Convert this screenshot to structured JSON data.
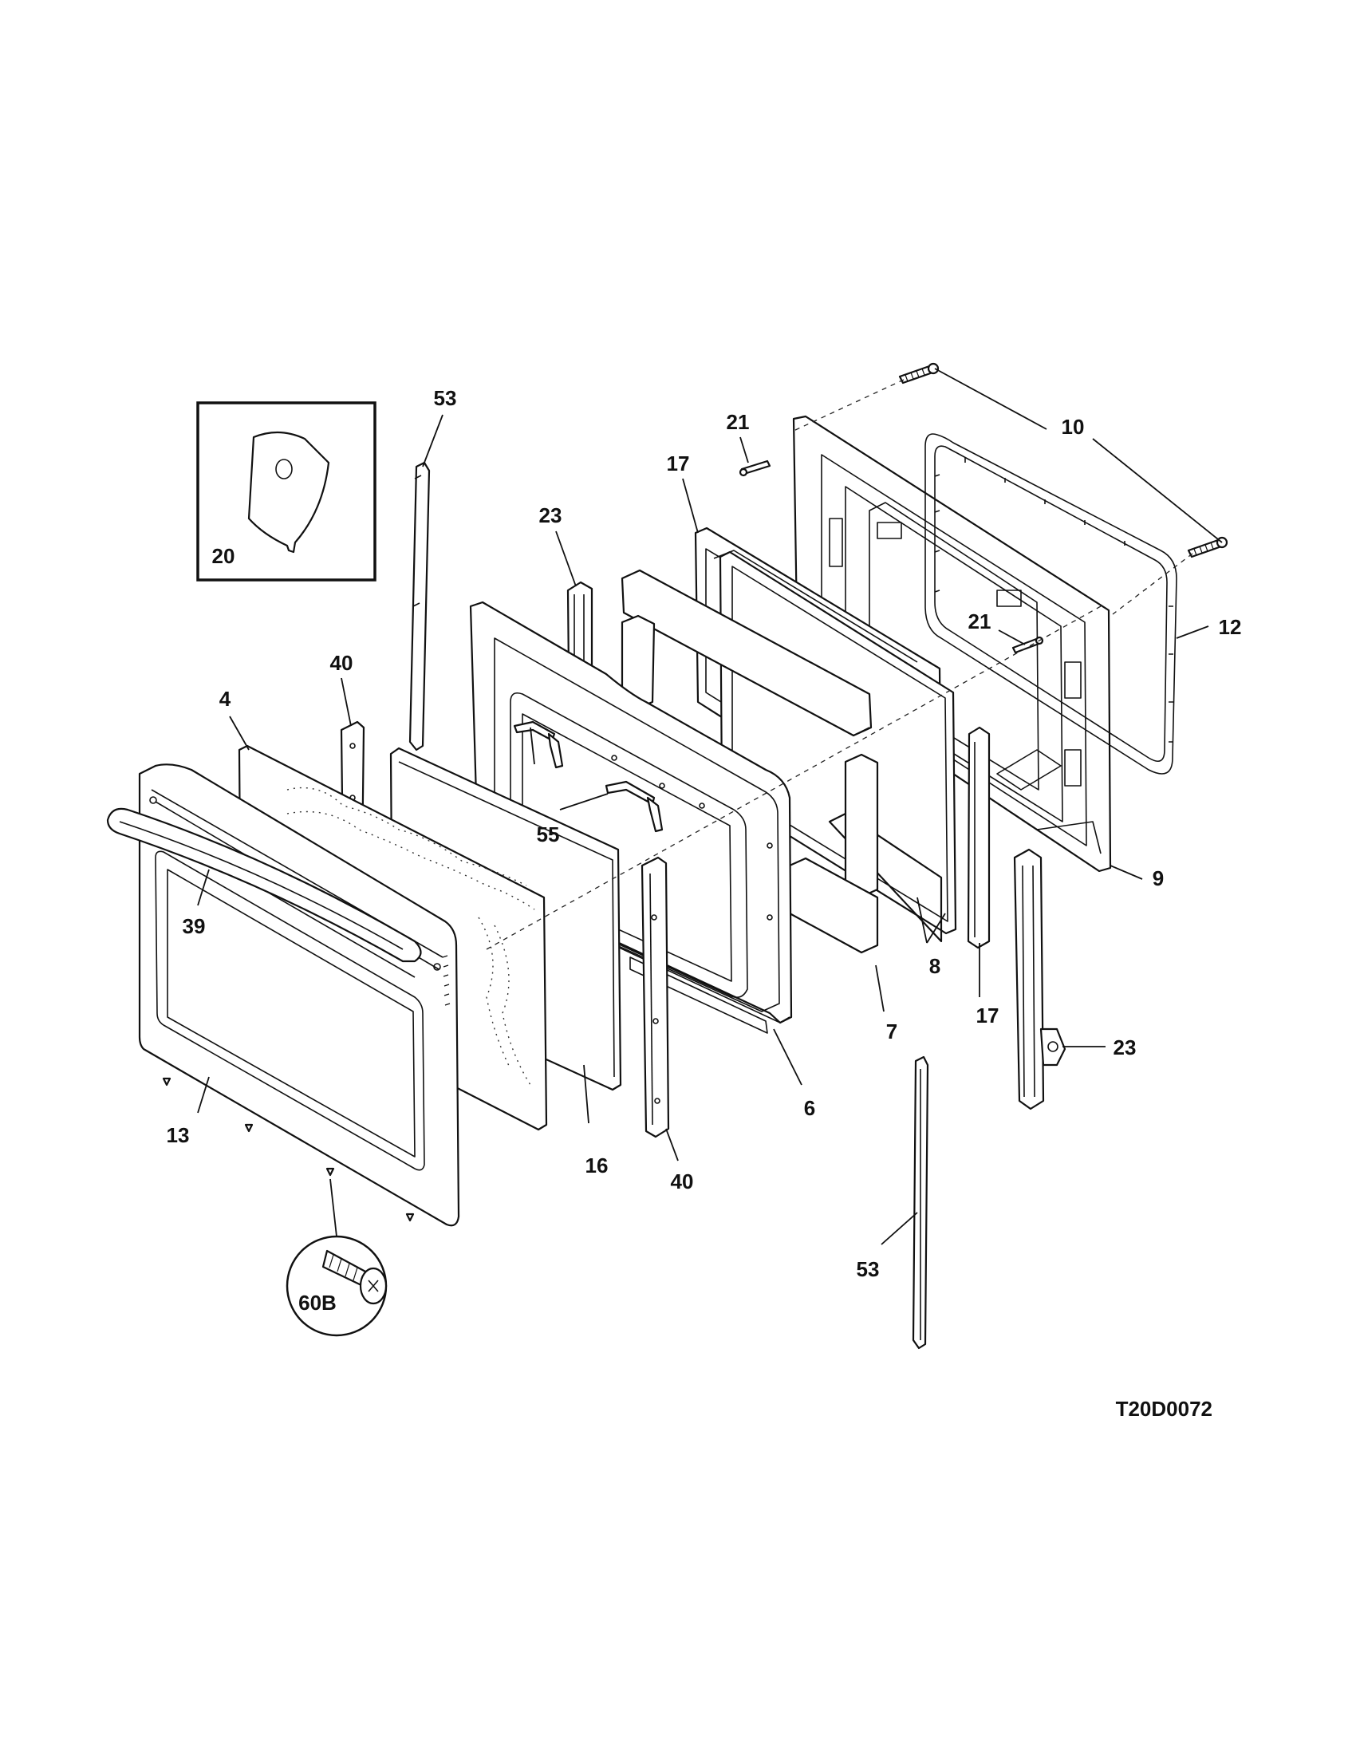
{
  "diagram": {
    "drawing_id": "T20D0072",
    "callouts": [
      {
        "id": "53-top",
        "text": "53"
      },
      {
        "id": "20",
        "text": "20"
      },
      {
        "id": "21-top",
        "text": "21"
      },
      {
        "id": "10",
        "text": "10"
      },
      {
        "id": "17-top",
        "text": "17"
      },
      {
        "id": "23-top",
        "text": "23"
      },
      {
        "id": "21-mid",
        "text": "21"
      },
      {
        "id": "12",
        "text": "12"
      },
      {
        "id": "40-top",
        "text": "40"
      },
      {
        "id": "4",
        "text": "4"
      },
      {
        "id": "55",
        "text": "55"
      },
      {
        "id": "9",
        "text": "9"
      },
      {
        "id": "39",
        "text": "39"
      },
      {
        "id": "8",
        "text": "8"
      },
      {
        "id": "7",
        "text": "7"
      },
      {
        "id": "17-bottom",
        "text": "17"
      },
      {
        "id": "23-bottom",
        "text": "23"
      },
      {
        "id": "6",
        "text": "6"
      },
      {
        "id": "13",
        "text": "13"
      },
      {
        "id": "16",
        "text": "16"
      },
      {
        "id": "40-bottom",
        "text": "40"
      },
      {
        "id": "60B",
        "text": "60B"
      },
      {
        "id": "53-bottom",
        "text": "53"
      }
    ]
  }
}
